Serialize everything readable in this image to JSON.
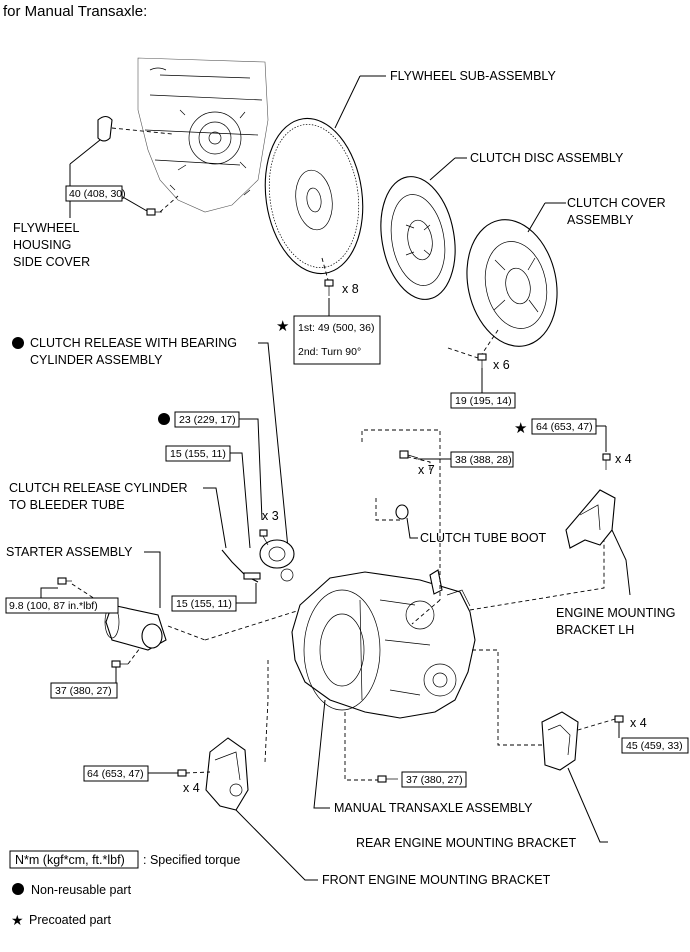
{
  "title": "for Manual Transaxle:",
  "parts": {
    "flywheel": "FLYWHEEL SUB-ASSEMBLY",
    "clutch_disc": "CLUTCH DISC ASSEMBLY",
    "clutch_cover_1": "CLUTCH COVER",
    "clutch_cover_2": "ASSEMBLY",
    "housing_cover_1": "FLYWHEEL",
    "housing_cover_2": "HOUSING",
    "housing_cover_3": "SIDE COVER",
    "release_cyl_1": "CLUTCH RELEASE WITH BEARING",
    "release_cyl_2": "CYLINDER ASSEMBLY",
    "bleeder_tube_1": "CLUTCH RELEASE CYLINDER",
    "bleeder_tube_2": "TO BLEEDER TUBE",
    "starter": "STARTER ASSEMBLY",
    "tube_boot": "CLUTCH TUBE BOOT",
    "mount_lh_1": "ENGINE MOUNTING",
    "mount_lh_2": "BRACKET LH",
    "transaxle": "MANUAL TRANSAXLE ASSEMBLY",
    "rear_bracket": "REAR ENGINE MOUNTING BRACKET",
    "front_bracket": "FRONT ENGINE MOUNTING BRACKET"
  },
  "torques": {
    "housing_cover": "40 (408, 30)",
    "flywheel_1st": "1st: 49 (500, 36)",
    "flywheel_2nd": "2nd: Turn 90°",
    "clutch_cover": "19 (195, 14)",
    "release_cyl": "23 (229, 17)",
    "bleeder_top": "15 (155, 11)",
    "bleeder_bottom": "15 (155, 11)",
    "transaxle_upper": "38 (388, 28)",
    "mount_lh": "64 (653, 47)",
    "starter_upper": "9.8 (100, 87 in.*lbf)",
    "starter_lower": "37 (380, 27)",
    "front_bracket": "64 (653, 47)",
    "transaxle_lower": "37 (380, 27)",
    "rear_bracket": "45 (459, 33)"
  },
  "quantities": {
    "flywheel_bolts": "x 8",
    "clutch_cover_bolts": "x 6",
    "release_cyl_bolts": "x 3",
    "transaxle_bolts": "x 7",
    "mount_lh_bolts": "x 4",
    "rear_bracket_bolts": "x 4",
    "front_bracket_bolts": "x 4"
  },
  "legend": {
    "torque_unit": "N*m (kgf*cm, ft.*lbf)",
    "torque_desc": ": Specified torque",
    "non_reusable": "Non-reusable part",
    "precoated": "Precoated part"
  }
}
